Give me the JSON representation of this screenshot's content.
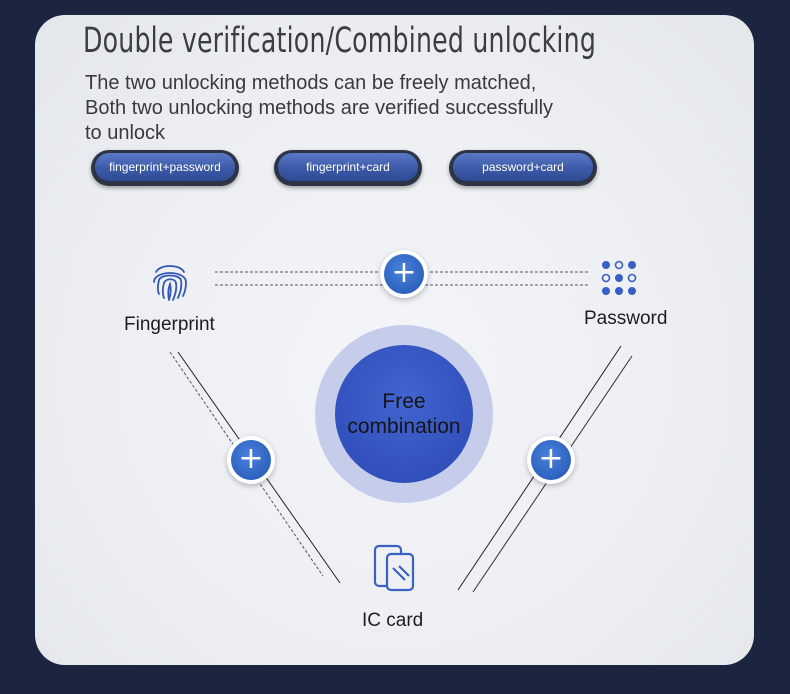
{
  "header": {
    "title": "Double verification/Combined unlocking",
    "subtitle": "The two unlocking methods can be freely matched, Both two unlocking methods are verified successfully to unlock"
  },
  "pills": [
    {
      "label": "fingerprint+password"
    },
    {
      "label": "fingerprint+card"
    },
    {
      "label": "password+card"
    }
  ],
  "diagram": {
    "center_line1": "Free",
    "center_line2": "combination",
    "fingerprint_label": "Fingerprint",
    "password_label": "Password",
    "card_label": "IC card",
    "plus_symbol": "+",
    "icons": [
      "fingerprint-icon",
      "keypad-icon",
      "card-icon"
    ]
  },
  "colors": {
    "background": "#1b2540",
    "accent": "#2d62bf",
    "center": "#3453c0",
    "pill": "#3c5aa8"
  }
}
